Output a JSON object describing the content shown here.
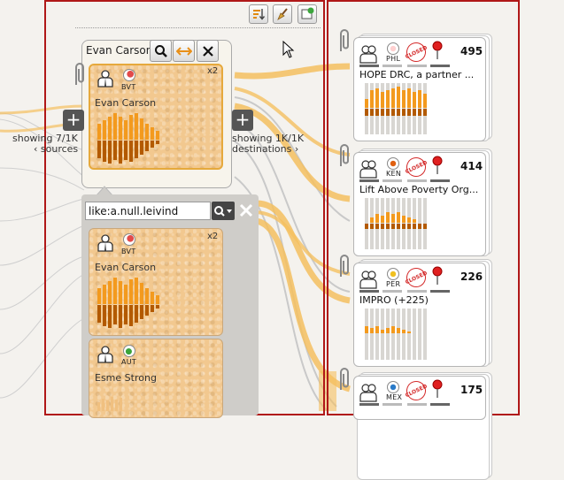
{
  "toolbar": {
    "sort_icon": "sort-icon",
    "clean_icon": "broom-icon",
    "new_icon": "new-window-icon"
  },
  "selected": {
    "title": "Evan Carson",
    "search_icon": "search-icon",
    "swap_icon": "swap-arrows-icon",
    "close_icon": "close-icon",
    "card": {
      "name": "Evan Carson",
      "code": "BVT",
      "multiplier": "x2"
    }
  },
  "sources": {
    "showing": "showing 7/1K",
    "label": "‹ sources"
  },
  "destinations": {
    "showing": "showing 1K/1K",
    "label": "destinations ›"
  },
  "filter": {
    "value": "like:a.null.leivind"
  },
  "list": [
    {
      "name": "Evan Carson",
      "code": "BVT",
      "multiplier": "x2"
    },
    {
      "name": "Esme Strong",
      "code": "AUT",
      "multiplier": ""
    }
  ],
  "recipients": [
    {
      "code": "PHL",
      "count": "495",
      "title": "HOPE DRC, a partner ...",
      "closed": "CLOSED"
    },
    {
      "code": "KEN",
      "count": "414",
      "title": "Lift Above Poverty Org...",
      "closed": "CLOSED"
    },
    {
      "code": "PER",
      "count": "226",
      "title": "IMPRO (+225)",
      "closed": "CLOSED"
    },
    {
      "code": "MEX",
      "count": "175",
      "title": "",
      "closed": "CLOSED"
    }
  ],
  "colors": {
    "accent_border": "#b01818",
    "card_fill": "#f2c88f",
    "card_border": "#e6a93c",
    "bar_orange": "#f39a1e",
    "bar_brown": "#b35a00",
    "flow": "#f5c060"
  }
}
